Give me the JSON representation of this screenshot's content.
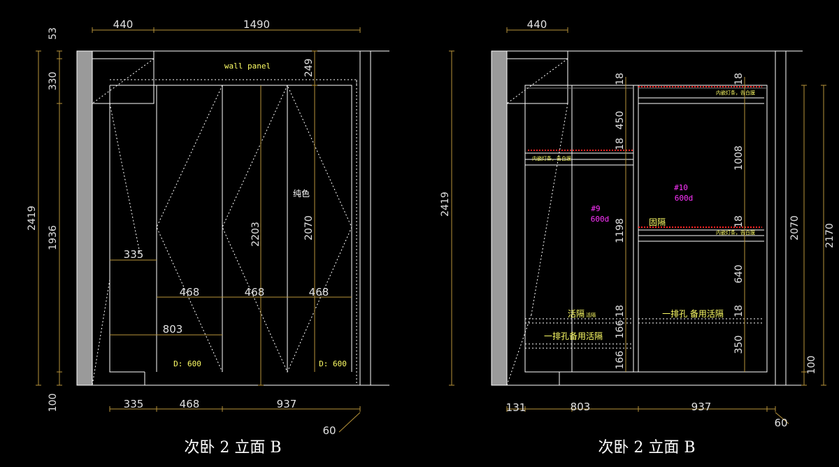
{
  "left": {
    "title": "次卧 2 立面 B",
    "top_dims": [
      "440",
      "1490"
    ],
    "left_dims": [
      "53",
      "330",
      "2419",
      "1936",
      "100"
    ],
    "bottom_dims": [
      "335",
      "468",
      "937",
      "60"
    ],
    "inner_dims": [
      "249",
      "2203",
      "2070",
      "335",
      "468",
      "468",
      "468",
      "803"
    ],
    "labels": {
      "wall_panel": "wall panel",
      "solid_color": "纯色",
      "depth_left": "D: 600",
      "depth_right": "D: 600"
    }
  },
  "right": {
    "title": "次卧 2 立面 B",
    "top_dims": [
      "440"
    ],
    "left_dims": [
      "2419"
    ],
    "bottom_dims": [
      "131",
      "803",
      "937",
      "60"
    ],
    "right_dims": [
      "2070",
      "2170",
      "100"
    ],
    "inner_dims": [
      "18",
      "450",
      "18",
      "1198",
      "166",
      "18",
      "166",
      "18",
      "1008",
      "18",
      "640",
      "18",
      "350"
    ],
    "labels": {
      "cab9_num": "#9",
      "cab9_depth": "600d",
      "cab10_num": "#10",
      "cab10_depth": "600d",
      "fixed_shelf": "固隔",
      "movable_shelf": "活隔",
      "movable_shelf_small": "活隔",
      "hole_row_left": "一排孔备用活隔",
      "hole_row_right": "一排孔 备用活隔",
      "led_note": "内嵌灯条，告白膜"
    }
  }
}
